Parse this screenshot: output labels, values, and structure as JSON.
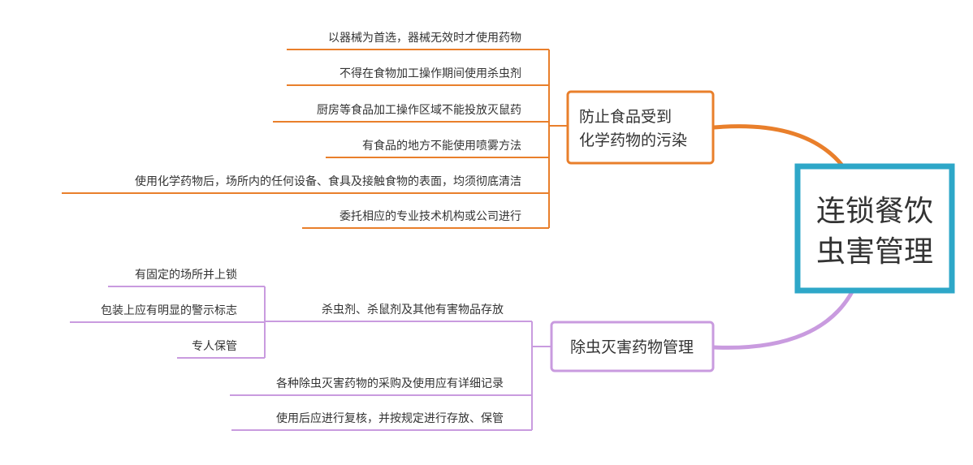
{
  "colors": {
    "root_border": "#2EA7C8",
    "branch_orange": "#E97F2B",
    "branch_purple": "#C99BDF"
  },
  "root": {
    "line1": "连锁餐饮",
    "line2": "虫害管理"
  },
  "branch1": {
    "title_line1": "防止食品受到",
    "title_line2": "化学药物的污染",
    "items": [
      "以器械为首选，器械无效时才使用药物",
      "不得在食物加工操作期间使用杀虫剂",
      "厨房等食品加工操作区域不能投放灭鼠药",
      "有食品的地方不能使用喷雾方法",
      "使用化学药物后，场所内的任何设备、食具及接触食物的表面，均须彻底清洁",
      "委托相应的专业技术机构或公司进行"
    ]
  },
  "branch2": {
    "title": "除虫灭害药物管理",
    "sub": {
      "label": "杀虫剂、杀鼠剂及其他有害物品存放",
      "items": [
        "有固定的场所并上锁",
        "包装上应有明显的警示标志",
        "专人保管"
      ]
    },
    "items": [
      "各种除虫灭害药物的采购及使用应有详细记录",
      "使用后应进行复核，并按规定进行存放、保管"
    ]
  }
}
